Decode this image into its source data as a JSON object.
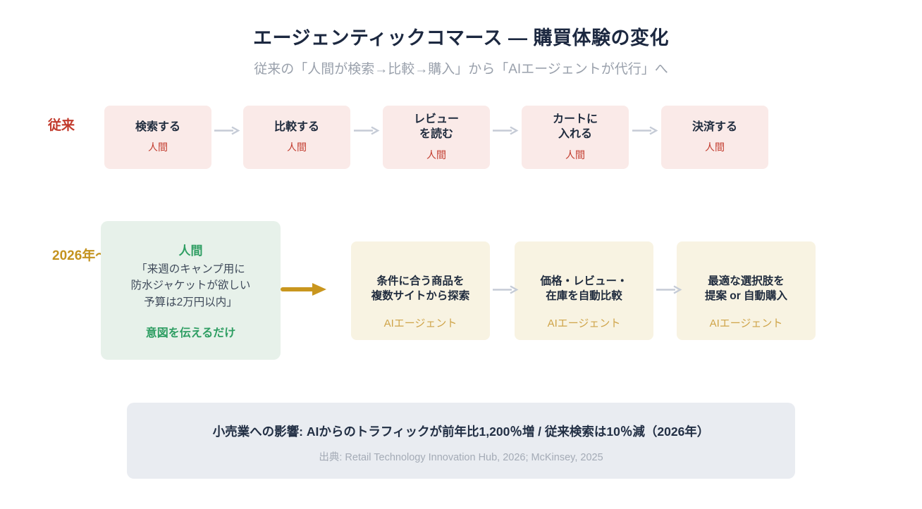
{
  "page": {
    "title": "エージェンティックコマース — 購買体験の変化",
    "subtitle": "従来の「人間が検索→比較→購入」から「AIエージェントが代行」へ"
  },
  "colors": {
    "legacy_card_bg": "#faeae8",
    "legacy_accent_red": "#c23b2d",
    "future_card_bg": "#f8f3e2",
    "future_accent_gold": "#c4931f",
    "agent_label_gold": "#cfa449",
    "human_card_bg": "#e7f1ea",
    "human_accent_green": "#2f9e63",
    "impact_box_bg": "#e9ecf1",
    "heading_navy": "#1c2840",
    "arrow_gray": "#c5cbd6"
  },
  "legacy_flow": {
    "label": "従来",
    "actor": "人間",
    "steps": [
      {
        "title": "検索する"
      },
      {
        "title": "比較する"
      },
      {
        "title": "レビュー\nを読む"
      },
      {
        "title": "カートに\n入れる"
      },
      {
        "title": "決済する"
      }
    ]
  },
  "future_flow": {
    "label": "2026年〜",
    "human_card": {
      "heading": "人間",
      "quote": "「来週のキャンプ用に\n防水ジャケットが欲しい\n予算は2万円以内」",
      "note": "意図を伝えるだけ"
    },
    "agent_actor": "AIエージェント",
    "steps": [
      {
        "title": "条件に合う商品を\n複数サイトから探索"
      },
      {
        "title": "価格・レビュー・\n在庫を自動比較"
      },
      {
        "title": "最適な選択肢を\n提案 or 自動購入"
      }
    ]
  },
  "impact": {
    "headline": "小売業への影響: AIからのトラフィックが前年比1,200％増 / 従来検索は10％減（2026年）",
    "source": "出典: Retail Technology Innovation Hub, 2026; McKinsey, 2025"
  }
}
